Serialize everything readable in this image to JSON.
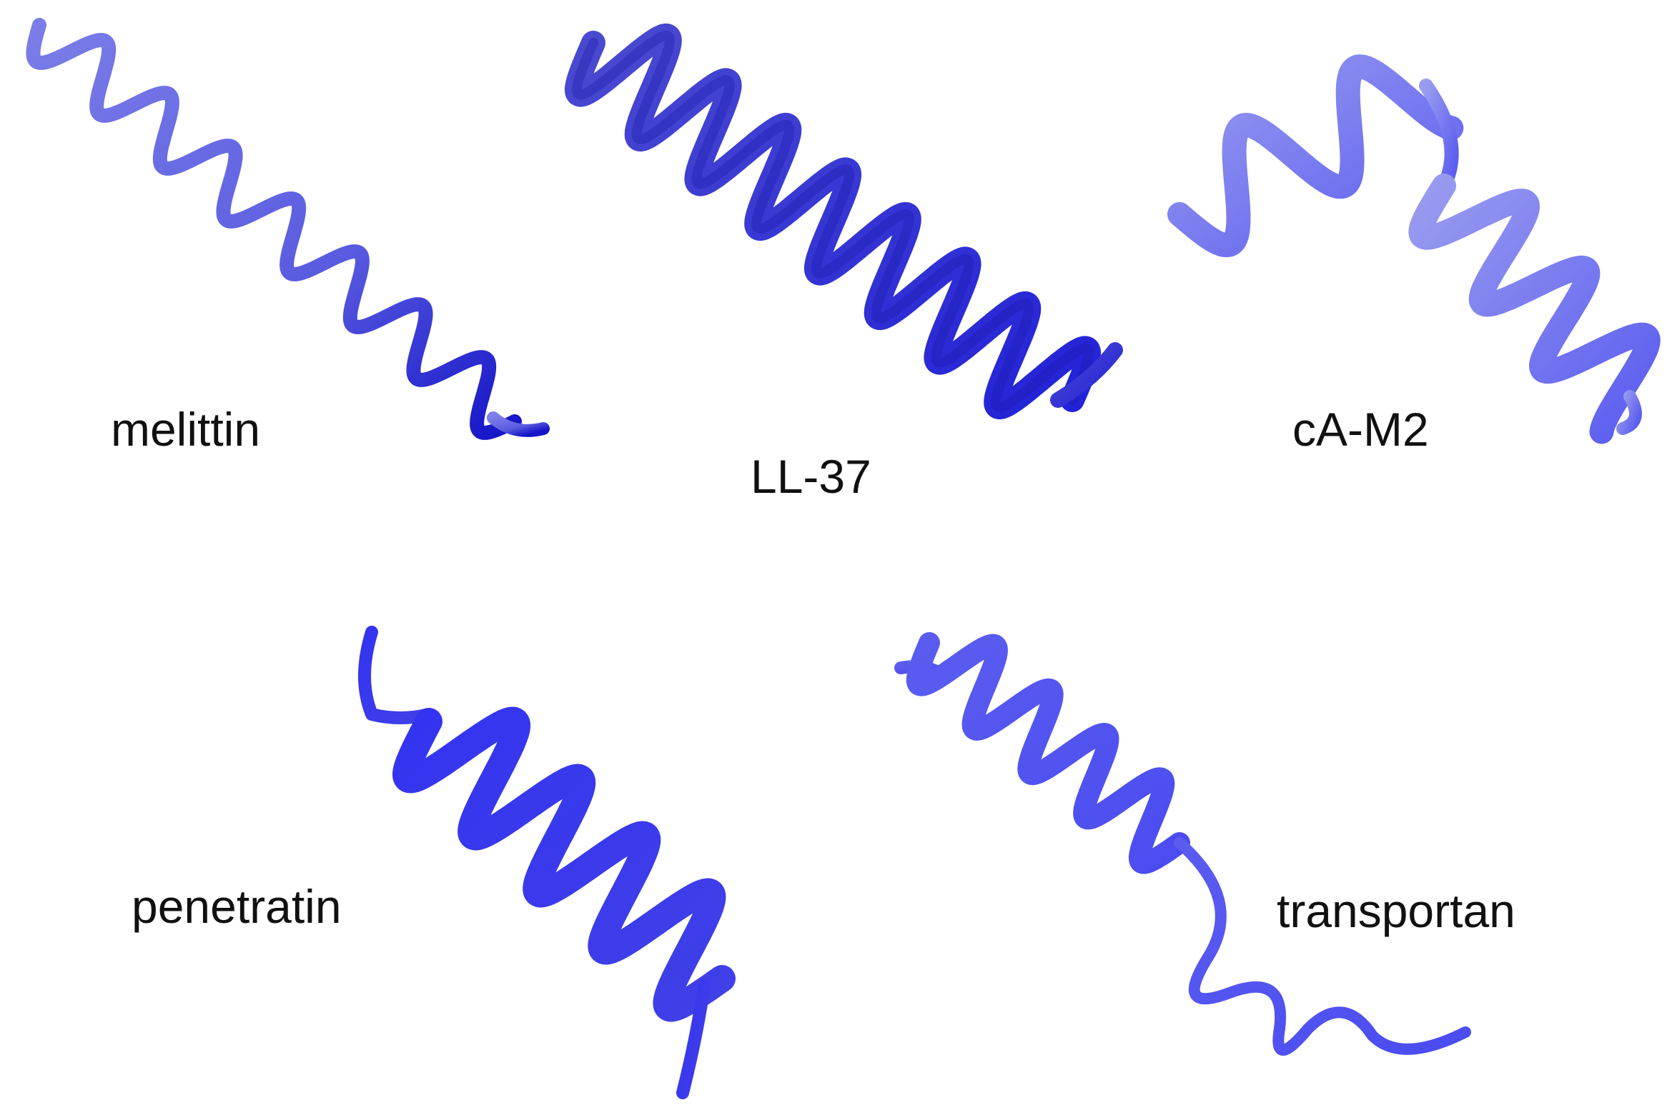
{
  "peptides": [
    {
      "key": "melittin",
      "label": "melittin",
      "color": "#4b4fe0"
    },
    {
      "key": "ll37",
      "label": "LL-37",
      "color": "#2f2fd8"
    },
    {
      "key": "cam2",
      "label": "cA-M2",
      "color": "#6a6cf0"
    },
    {
      "key": "penetratin",
      "label": "penetratin",
      "color": "#3a3af0"
    },
    {
      "key": "transportan",
      "label": "transportan",
      "color": "#4a4cf0"
    }
  ],
  "colors": {
    "background": "#ffffff",
    "label_text": "#111111"
  }
}
